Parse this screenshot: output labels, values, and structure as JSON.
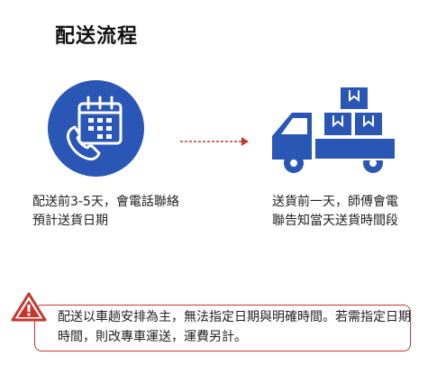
{
  "title": "配送流程",
  "steps": [
    {
      "icon": "calendar-phone-icon",
      "text": "配送前3-5天，會電話聯絡預計送貨日期"
    },
    {
      "icon": "delivery-truck-icon",
      "text": "送貨前一天，師傅會電聯告知當天送貨時間段"
    }
  ],
  "notice": {
    "icon": "warning-icon",
    "text": "配送以車趟安排為主，無法指定日期與明確時間。若需指定日期時間，則改專車運送，運費另計。"
  },
  "colors": {
    "primary": "#2a56b5",
    "accent": "#c7372d"
  }
}
